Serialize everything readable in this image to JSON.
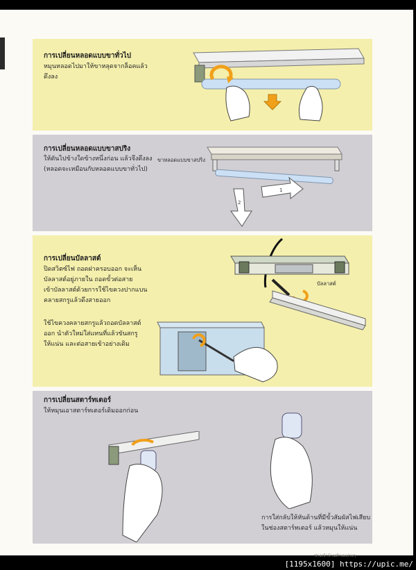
{
  "sections": [
    {
      "title": "การเปลี่ยนหลอดแบบขาทั่วไป",
      "lines": [
        "หมุนหลอดไปมาให้ขาหลุดจากล็อคแล้ว",
        "ดึงลง"
      ]
    },
    {
      "title": "การเปลี่ยนหลอดแบบขาสปริง",
      "lines": [
        "ให้ดันไปข้างใดข้างหนึ่งก่อน แล้วจึงดึงลง",
        "(หลอดจะเหมือนกับหลอดแบบขาทั่วไป)"
      ],
      "diagram_label": "ขาหลอดแบบขาสปริง",
      "arrow_1": "1",
      "arrow_2": "2"
    },
    {
      "title": "การเปลี่ยนบัลลาสต์",
      "lines": [
        "ปิดสวิตซ์ไฟ ถอดฝาครอบออก จะเห็น",
        "บัลลาสต์อยู่ภายใน ถอดขั้วต่อสาย",
        "เข้าบัลลาสต์ด้วยการใช้ไขควงปากแบน",
        "คลายสกรูแล้วดึงสายออก"
      ],
      "lines2": [
        "ใช้ไขควงคลายสกรูแล้วถอดบัลลาสต์",
        "ออก นำตัวใหม่ใส่แทนที่แล้วขันสกรู",
        "ให้แน่น และต่อสายเข้าอย่างเดิม"
      ],
      "diagram_label": "บัลลาสต์"
    },
    {
      "title": "การเปลี่ยนสตาร์ทเตอร์",
      "lines": [
        "ให้หมุนเอาสตาร์ทเตอร์เดิมออกก่อน"
      ],
      "lines2": [
        "การใส่กลับให้หันด้านที่มีขั้วสัมผัสไฟเสียบ",
        "ในช่องสตาร์ทเตอร์ แล้วหมุนให้แน่น"
      ]
    }
  ],
  "footer": "ช่างเข้าบ้านทำเองง่ายๆ",
  "credit": "[1195x1600] https://upic.me/",
  "colors": {
    "yellow_panel": "#f4efac",
    "gray_panel": "#d1cfd4",
    "arrow_orange": "#f1a01a",
    "arrow_white": "#ffffff",
    "tube": "#cbe0f5"
  }
}
